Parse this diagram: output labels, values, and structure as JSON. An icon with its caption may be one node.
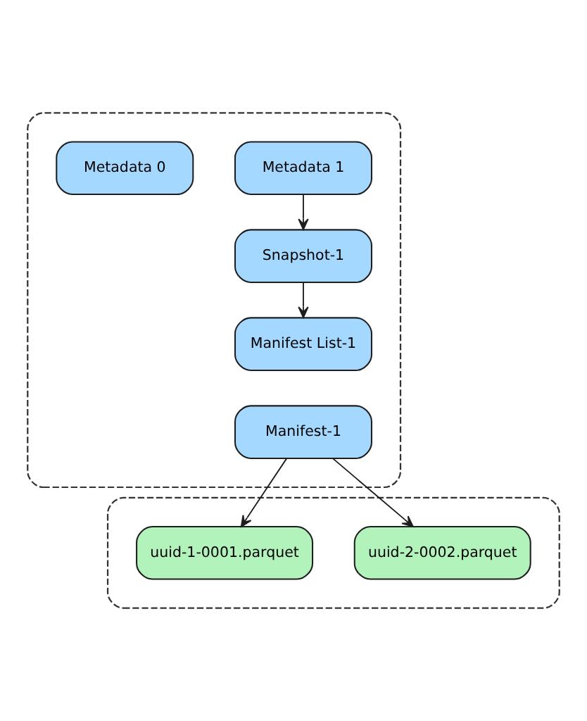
{
  "diagram": {
    "nodes": [
      {
        "text": [],
        "shape": "box"
      },
      {
        "text": [
          "Metadata 0"
        ],
        "in": 0
      },
      {
        "text": [
          "Metadata 1"
        ],
        "in": 0
      },
      {
        "text": [
          "Snapshot-1"
        ],
        "in": 0
      },
      {
        "text": [
          "Manifest List-1"
        ],
        "in": 0
      },
      {
        "text": [
          "Manifest-1"
        ],
        "in": 0
      },
      {
        "text": [],
        "shape": "box"
      },
      {
        "text": [
          "uuid-1-0001.parquet"
        ],
        "in": 6
      },
      {
        "text": [
          "uuid-2-0002.parquet"
        ],
        "in": 6
      }
    ],
    "edges": [
      {
        "from": 2,
        "to": 3,
        "arrow": "to"
      },
      {
        "from": 3,
        "to": 4,
        "arrow": "to"
      },
      {
        "from": 5,
        "to": 7,
        "arrow": "to"
      },
      {
        "from": 5,
        "to": 8,
        "arrow": "to"
      }
    ]
  }
}
